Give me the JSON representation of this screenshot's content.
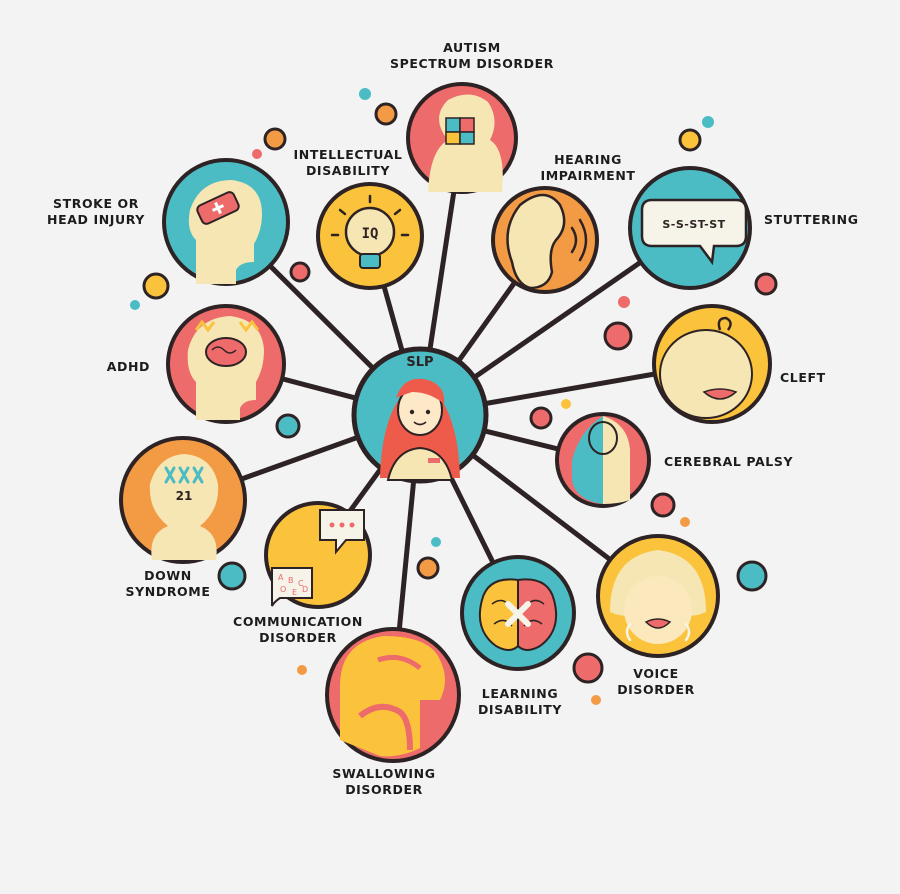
{
  "center": {
    "label": "SLP"
  },
  "nodes": [
    {
      "id": "autism",
      "label": "AUTISM\nSPECTRUM DISORDER"
    },
    {
      "id": "intellectual",
      "label": "INTELLECTUAL\nDISABILITY",
      "icon_text": "IQ"
    },
    {
      "id": "hearing",
      "label": "HEARING\nIMPAIRMENT"
    },
    {
      "id": "stroke",
      "label": "STROKE OR\nHEAD INJURY"
    },
    {
      "id": "stuttering",
      "label": "STUTTERING",
      "icon_text": "S-S-ST-ST"
    },
    {
      "id": "adhd",
      "label": "ADHD"
    },
    {
      "id": "cleft",
      "label": "CLEFT"
    },
    {
      "id": "cerebral",
      "label": "CEREBRAL PALSY"
    },
    {
      "id": "down",
      "label": "DOWN\nSYNDROME",
      "icon_text": "21"
    },
    {
      "id": "communication",
      "label": "COMMUNICATION\nDISORDER"
    },
    {
      "id": "learning",
      "label": "LEARNING\nDISABILITY"
    },
    {
      "id": "voice",
      "label": "VOICE\nDISORDER"
    },
    {
      "id": "swallowing",
      "label": "SWALLOWING\nDISORDER"
    }
  ],
  "colors": {
    "outline": "#2e2324",
    "teal": "#4bbcc4",
    "coral": "#ee6b6b",
    "orange": "#f39a45",
    "yellow": "#fbc33c",
    "cream": "#f6e6b4",
    "skin": "#fde8c8",
    "hair": "#ef5b4b"
  }
}
